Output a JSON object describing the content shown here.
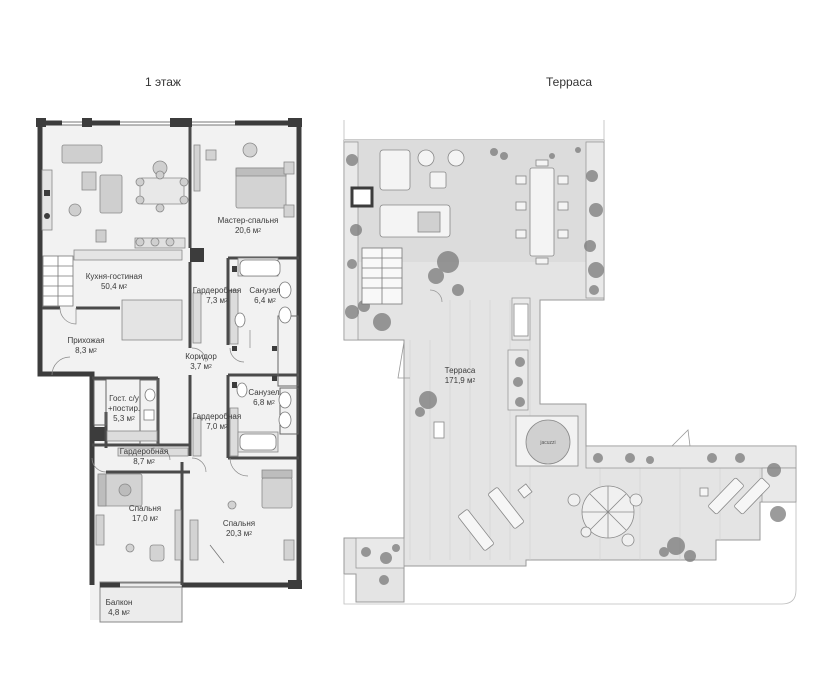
{
  "titles": {
    "floor1": "1 этаж",
    "terrace": "Терраса"
  },
  "rooms": {
    "kitchen": {
      "name": "Кухня-гостиная",
      "area": "50,4 м"
    },
    "master": {
      "name": "Мастер-спальня",
      "area": "20,6 м"
    },
    "wardrobe1": {
      "name": "Гардеробная",
      "area": "7,3 м"
    },
    "bath1": {
      "name": "Санузел",
      "area": "6,4 м"
    },
    "hall": {
      "name": "Прихожая",
      "area": "8,3 м"
    },
    "corridor": {
      "name": "Коридор",
      "area": "3,7 м"
    },
    "guestwc": {
      "name": "Гост. с/у",
      "name2": "+постир.",
      "area": "5,3 м"
    },
    "bath2": {
      "name": "Санузел",
      "area": "6,8 м"
    },
    "wardrobe2": {
      "name": "Гардеробная",
      "area": "7,0 м"
    },
    "wardrobe3": {
      "name": "Гардеробная",
      "area": "8,7 м"
    },
    "bedroom1": {
      "name": "Спальня",
      "area": "17,0 м"
    },
    "bedroom2": {
      "name": "Спальня",
      "area": "20,3 м"
    },
    "balcony": {
      "name": "Балкон",
      "area": "4,8 м"
    },
    "terrace": {
      "name": "Терраса",
      "area": "171,9 м"
    }
  },
  "sq": "2",
  "hot_tub_label": "jacuzzi",
  "colors": {
    "wall": "#3c3c3c",
    "floor": "#f1f1f1",
    "furniture": "#bdbdbd",
    "deck": "#e3e3e3",
    "plant": "#6c6c6c"
  }
}
